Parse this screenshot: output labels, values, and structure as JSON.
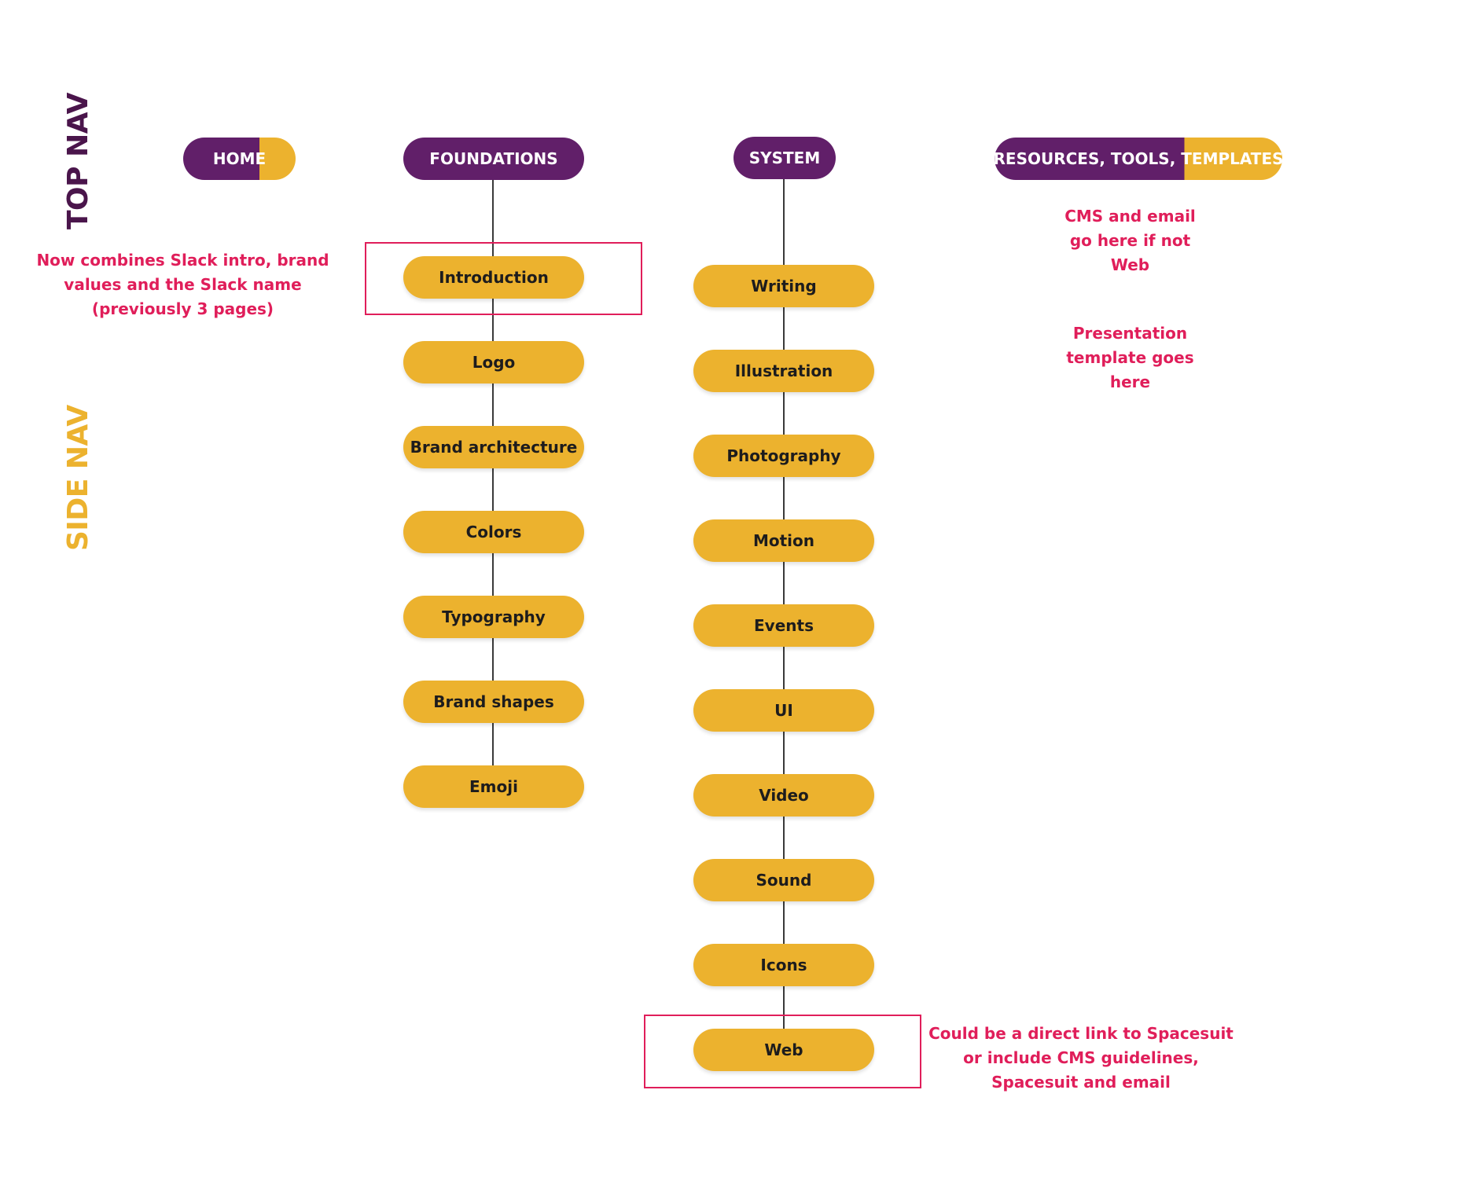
{
  "section_labels": {
    "top_nav": "TOP NAV",
    "side_nav": "SIDE NAV"
  },
  "top_nav": {
    "home": "HOME",
    "foundations": "FOUNDATIONS",
    "system": "SYSTEM",
    "resources": "RESOURCES, TOOLS, TEMPLATES"
  },
  "foundations_items": [
    "Introduction",
    "Logo",
    "Brand architecture",
    "Colors",
    "Typography",
    "Brand shapes",
    "Emoji"
  ],
  "system_items": [
    "Writing",
    "Illustration",
    "Photography",
    "Motion",
    "Events",
    "UI",
    "Video",
    "Sound",
    "Icons",
    "Web"
  ],
  "notes": {
    "introduction": "Now combines Slack intro, brand values and the Slack name (previously 3 pages)",
    "cms_email": "CMS and email go here if not Web",
    "presentation": "Presentation template goes here",
    "web": "Could be a direct link to Spacesuit or include CMS guidelines, Spacesuit and email"
  },
  "colors": {
    "purple": "#611f69",
    "yellow": "#ecb22e",
    "annotation": "#e01e5a",
    "top_nav_label": "#4a154b"
  }
}
